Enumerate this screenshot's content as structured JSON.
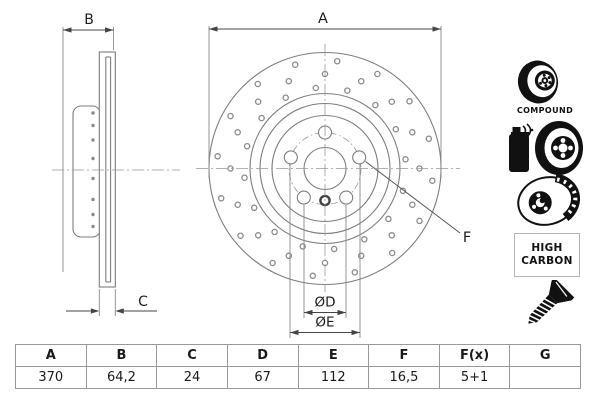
{
  "drawing": {
    "labels": {
      "a": "A",
      "b": "B",
      "c": "C",
      "f": "F",
      "diameter_d": "ØD",
      "diameter_e": "ØE"
    }
  },
  "icons": {
    "items": [
      {
        "name": "compound-disc-icon",
        "label": "COMPOUND"
      },
      {
        "name": "spray-coated-disc-icon"
      },
      {
        "name": "vented-disc-icon"
      },
      {
        "name": "high-carbon-badge",
        "lines": [
          "HIGH",
          "CARBON"
        ]
      },
      {
        "name": "mounting-screw-icon"
      }
    ]
  },
  "table": {
    "headers": [
      "A",
      "B",
      "C",
      "D",
      "E",
      "F",
      "F(x)",
      "G"
    ],
    "values": [
      "370",
      "64,2",
      "24",
      "67",
      "112",
      "16,5",
      "5+1",
      ""
    ]
  },
  "colors": {
    "drawing_line": "#7d7d7d",
    "dimension_line": "#444444",
    "text": "#1d1d1d",
    "icon": "#111111",
    "table_border": "#999999"
  }
}
